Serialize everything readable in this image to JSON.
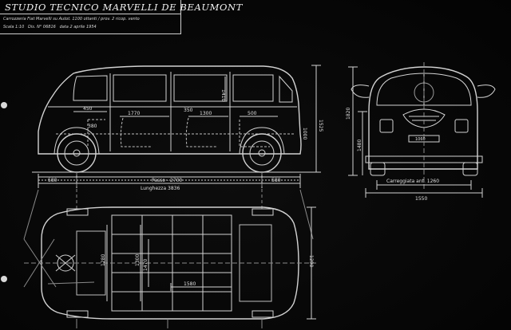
{
  "title_block": {
    "studio": "STUDIO TECNICO MARVELLI DE BEAUMONT",
    "line1": "Carrozzeria Fiat Marvelli su Autot. 1100 ottanti / prov. 2 ricop. vento",
    "line2_prefix": "Scala 1:10",
    "line2_drawing_no": "Dis. N° 06816",
    "line2_date": "data 2 aprile 1954"
  },
  "dimensions": {
    "side": {
      "wheelbase_label": "Passo - 2700",
      "overall_length_label": "Lunghezza 3836",
      "front_overhang": "580",
      "rear_overhang": "580",
      "height_main": "1525",
      "height_partial": "1000",
      "interior_1": "1770",
      "interior_2": "1300",
      "interior_3": "500",
      "front_seat": "450",
      "roof_left": "350",
      "roof_right": "1410",
      "lower_left": "380"
    },
    "front": {
      "track_label": "Carreggiata ant. 1260",
      "overall_width": "1550",
      "height_total": "1820",
      "height_mid": "1480",
      "plate": "1060"
    },
    "plan": {
      "interior_width": "1280",
      "seat_width": "1300",
      "seat_cross": "1470",
      "floor_length": "1580",
      "right_width": "1290"
    }
  },
  "icons": {
    "hole_top": "punch-hole-icon",
    "hole_bottom": "punch-hole-icon"
  }
}
